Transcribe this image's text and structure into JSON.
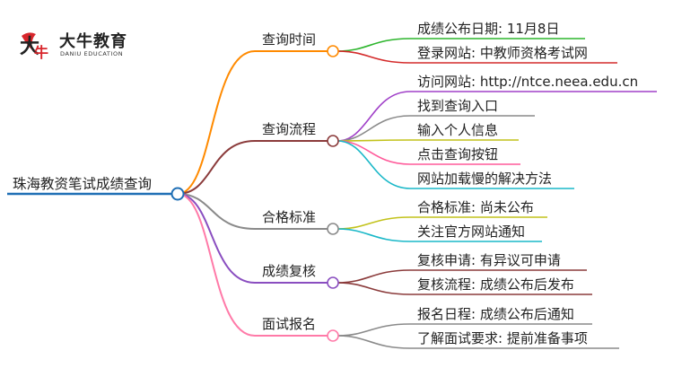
{
  "brand": {
    "name_cn": "大牛教育",
    "name_en": "DANIU EDUCATION"
  },
  "root": "珠海教资笔试成绩查询",
  "branches": [
    {
      "label": "查询时间",
      "color": "#ff8a00",
      "children": [
        {
          "text": "成绩公布日期: 11月8日",
          "color": "#2db52d"
        },
        {
          "text": "登录网站: 中教师资格考试网",
          "color": "#d42b2b"
        }
      ]
    },
    {
      "label": "查询流程",
      "color": "#8b3b3b",
      "children": [
        {
          "text": "访问网站: http://ntce.neea.edu.cn",
          "color": "#a040c8"
        },
        {
          "text": "找到查询入口",
          "color": "#8a8a8a"
        },
        {
          "text": "输入个人信息",
          "color": "#c2c21a"
        },
        {
          "text": "点击查询按钮",
          "color": "#ff5a9a"
        },
        {
          "text": "网站加载慢的解决方法",
          "color": "#1ab8c8"
        }
      ]
    },
    {
      "label": "合格标准",
      "color": "#8a8a8a",
      "children": [
        {
          "text": "合格标准: 尚未公布",
          "color": "#c2c21a"
        },
        {
          "text": "关注官方网站通知",
          "color": "#1ab8c8"
        }
      ]
    },
    {
      "label": "成绩复核",
      "color": "#8a4ec0",
      "children": [
        {
          "text": "复核申请: 有异议可申请",
          "color": "#8b3b3b"
        },
        {
          "text": "复核流程: 成绩公布后发布",
          "color": "#8b3b3b"
        }
      ]
    },
    {
      "label": "面试报名",
      "color": "#ff7aa8",
      "children": [
        {
          "text": "报名日程: 成绩公布后通知",
          "color": "#8a8a8a"
        },
        {
          "text": "了解面试要求: 提前准备事项",
          "color": "#8a8a8a"
        }
      ]
    }
  ],
  "root_color": "#1f6fb5"
}
